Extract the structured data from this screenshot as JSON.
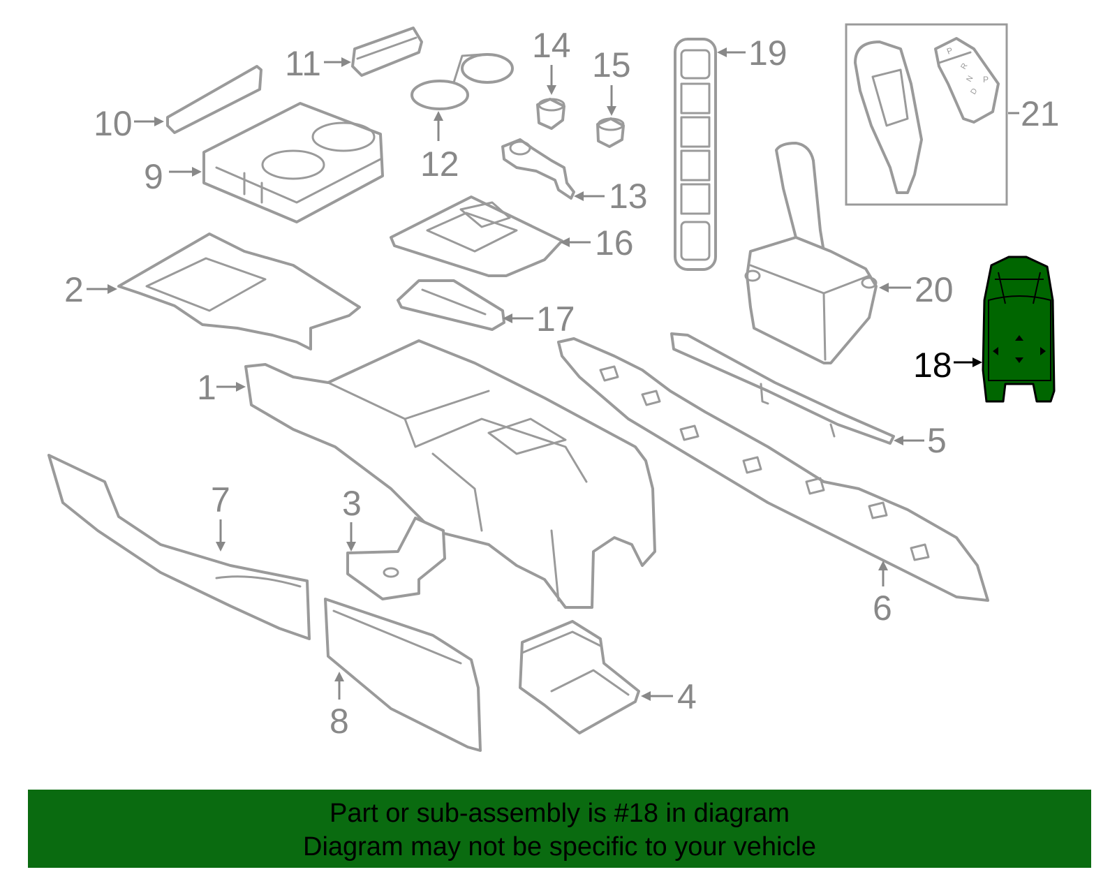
{
  "colors": {
    "highlight_fill": "#006600",
    "highlight_stroke": "#000000",
    "part_stroke": "#9a9a9a",
    "callout_text": "#888888",
    "footer_background": "#0a6b10",
    "footer_text": "#000000"
  },
  "callouts": [
    {
      "id": "1",
      "label": "1"
    },
    {
      "id": "2",
      "label": "2"
    },
    {
      "id": "3",
      "label": "3"
    },
    {
      "id": "4",
      "label": "4"
    },
    {
      "id": "5",
      "label": "5"
    },
    {
      "id": "6",
      "label": "6"
    },
    {
      "id": "7",
      "label": "7"
    },
    {
      "id": "8",
      "label": "8"
    },
    {
      "id": "9",
      "label": "9"
    },
    {
      "id": "10",
      "label": "10"
    },
    {
      "id": "11",
      "label": "11"
    },
    {
      "id": "12",
      "label": "12"
    },
    {
      "id": "13",
      "label": "13"
    },
    {
      "id": "14",
      "label": "14"
    },
    {
      "id": "15",
      "label": "15"
    },
    {
      "id": "16",
      "label": "16"
    },
    {
      "id": "17",
      "label": "17"
    },
    {
      "id": "18",
      "label": "18",
      "highlighted": true
    },
    {
      "id": "19",
      "label": "19"
    },
    {
      "id": "20",
      "label": "20"
    },
    {
      "id": "21",
      "label": "21"
    }
  ],
  "shifter_letters": [
    "P",
    "R",
    "N",
    "D",
    "P"
  ],
  "footer": {
    "line1": "Part or sub-assembly is #18 in diagram",
    "line2": "Diagram may not be specific to your vehicle"
  }
}
